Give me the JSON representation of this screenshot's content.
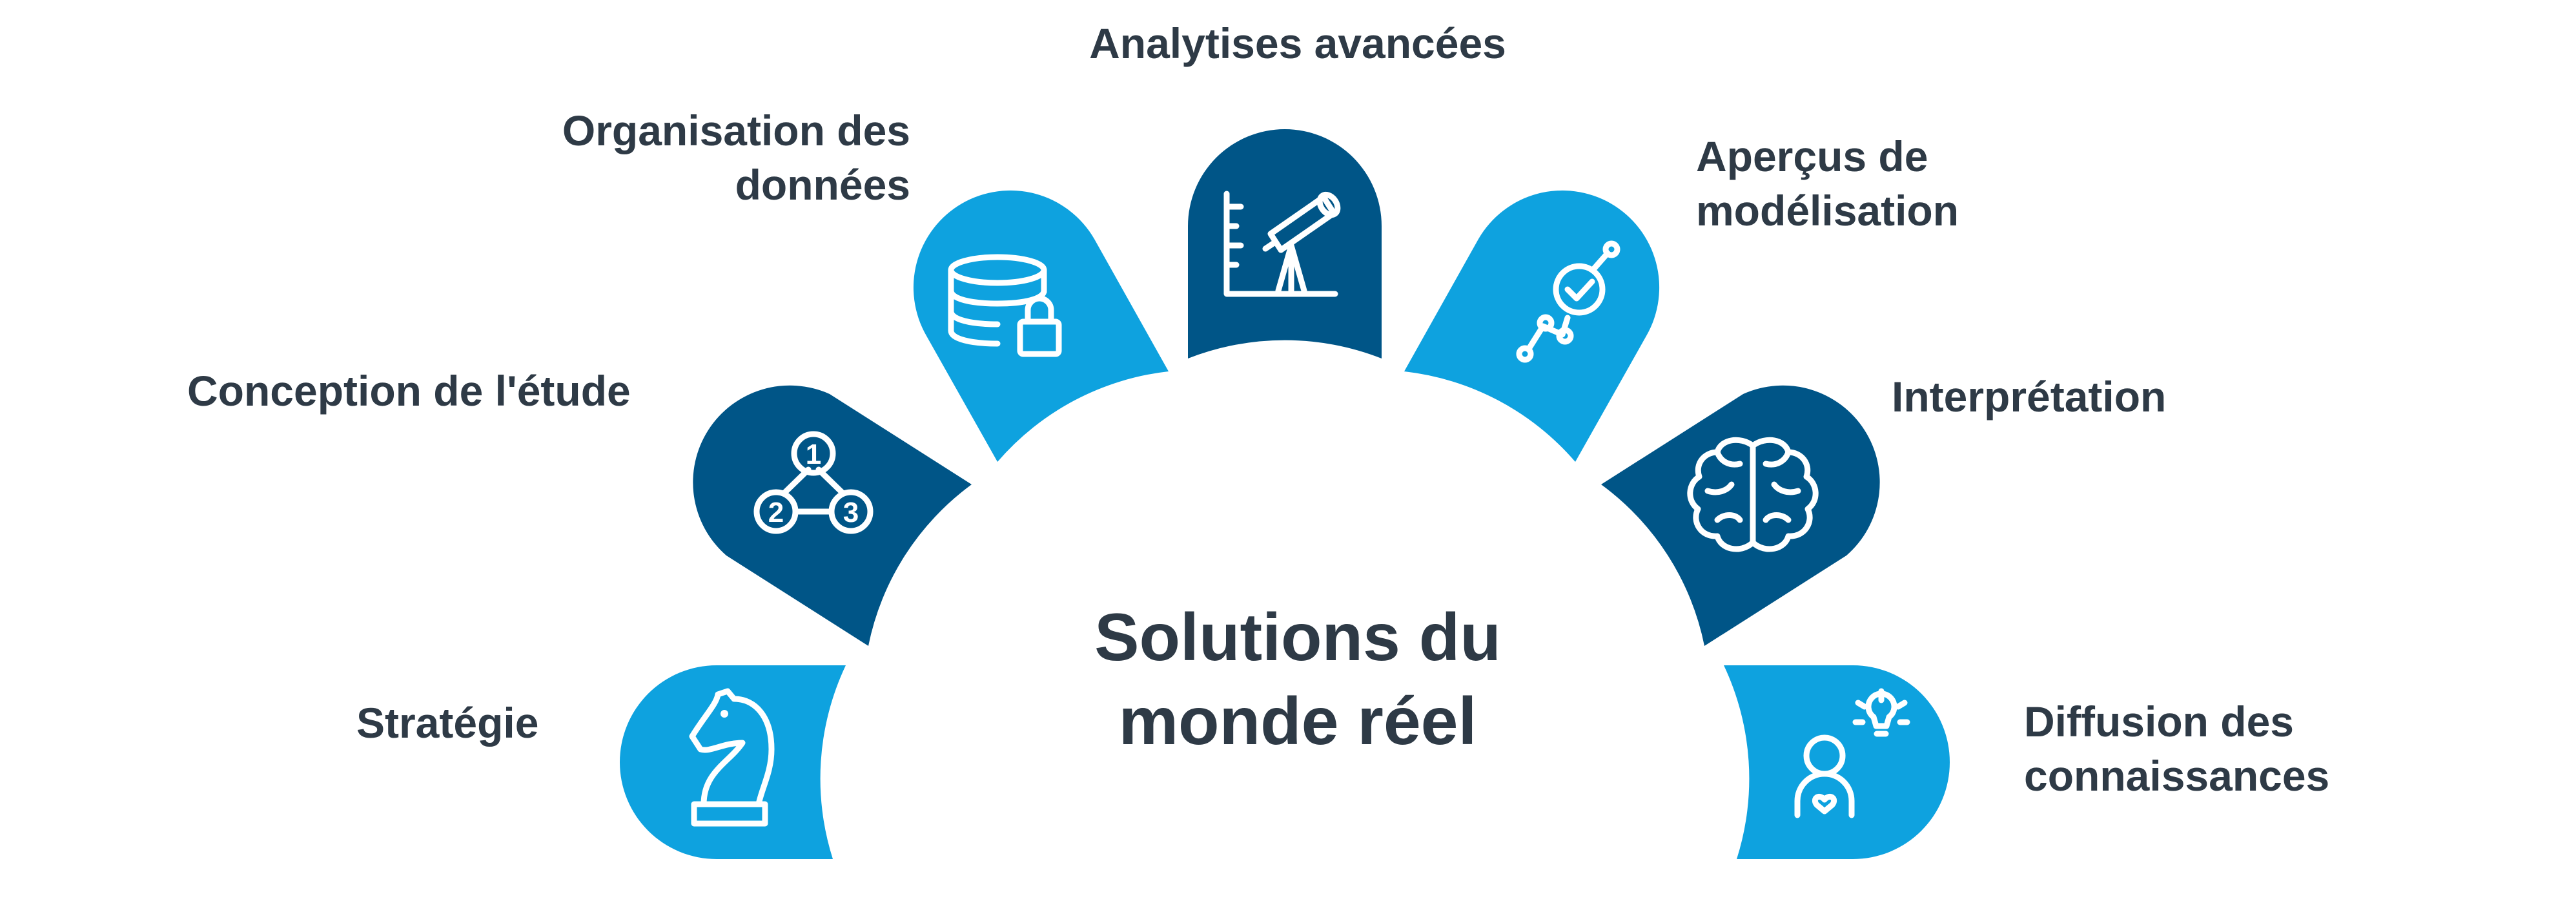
{
  "diagram": {
    "center": {
      "line1": "Solutions du",
      "line2": "monde réel"
    },
    "segments": [
      {
        "id": "strategie",
        "label_lines": [
          "Stratégie"
        ],
        "icon": "chess-knight-icon",
        "color": "#0ea2df"
      },
      {
        "id": "conception",
        "label_lines": [
          "Conception de l'étude"
        ],
        "icon": "numbered-steps-icon",
        "color": "#005587"
      },
      {
        "id": "organisation",
        "label_lines": [
          "Organisation des",
          "données"
        ],
        "icon": "database-lock-icon",
        "color": "#0ea2df"
      },
      {
        "id": "analytises",
        "label_lines": [
          "Analytises avancées"
        ],
        "icon": "telescope-chart-icon",
        "color": "#005587"
      },
      {
        "id": "apercus",
        "label_lines": [
          "Aperçus de",
          "modélisation"
        ],
        "icon": "trend-check-icon",
        "color": "#0ea2df"
      },
      {
        "id": "interpretation",
        "label_lines": [
          "Interprétation"
        ],
        "icon": "brain-icon",
        "color": "#005587"
      },
      {
        "id": "diffusion",
        "label_lines": [
          "Diffusion des",
          "connaissances"
        ],
        "icon": "person-idea-icon",
        "color": "#0ea2df"
      }
    ]
  }
}
